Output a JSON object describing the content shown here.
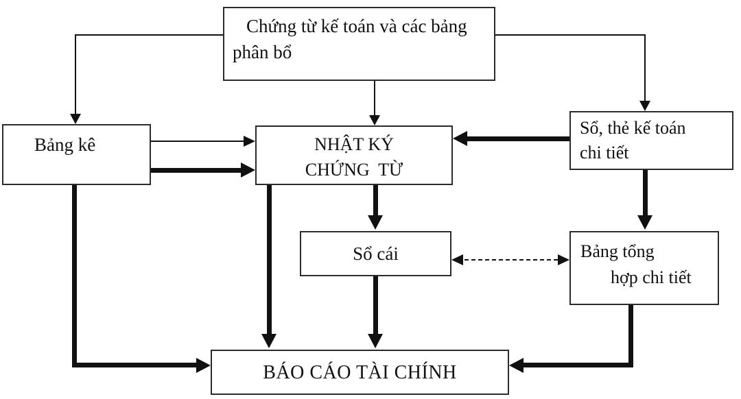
{
  "diagram": {
    "description": "Vietnamese accounting bookkeeping flow diagram (Nhật ký chứng từ form)",
    "colors": {
      "line": "#111111",
      "box_border": "#2b2b2b",
      "text": "#111111",
      "background": "#ffffff"
    },
    "nodes": {
      "documents": {
        "line1": "Chứng từ kế toán và các bảng",
        "line2": "phân bổ"
      },
      "listing": {
        "label": "Bảng kê"
      },
      "journal": {
        "line1": "NHẬT KÝ",
        "line2": "CHỨNG  TỪ"
      },
      "detail_books": {
        "line1": "Sổ, thẻ kế toán",
        "line2": "chi tiết"
      },
      "ledger": {
        "label": "Sổ cái"
      },
      "detail_summary": {
        "line1": "Bảng tổng",
        "line2": "hợp chi tiết"
      },
      "financial_statements": {
        "label": "BÁO CÁO TÀI CHÍNH"
      }
    },
    "edges": [
      {
        "from": "documents",
        "to": "listing",
        "style": "thin-solid-arrow"
      },
      {
        "from": "documents",
        "to": "journal",
        "style": "thin-solid-arrow"
      },
      {
        "from": "documents",
        "to": "detail_books",
        "style": "thin-solid-arrow"
      },
      {
        "from": "listing",
        "to": "journal",
        "style": "thin-solid-arrow"
      },
      {
        "from": "listing",
        "to": "journal",
        "style": "thick-solid-arrow"
      },
      {
        "from": "detail_books",
        "to": "journal",
        "style": "thick-solid-arrow"
      },
      {
        "from": "journal",
        "to": "ledger",
        "style": "thick-solid-arrow"
      },
      {
        "from": "journal",
        "to": "financial_statements",
        "style": "thick-solid-arrow"
      },
      {
        "from": "ledger",
        "to": "financial_statements",
        "style": "thick-solid-arrow"
      },
      {
        "from": "detail_books",
        "to": "detail_summary",
        "style": "thick-solid-arrow"
      },
      {
        "from": "ledger",
        "to": "detail_summary",
        "style": "dashed-double-arrow"
      },
      {
        "from": "listing",
        "to": "financial_statements",
        "style": "thick-solid-arrow-elbow"
      },
      {
        "from": "detail_summary",
        "to": "financial_statements",
        "style": "thick-solid-arrow-elbow"
      }
    ]
  }
}
